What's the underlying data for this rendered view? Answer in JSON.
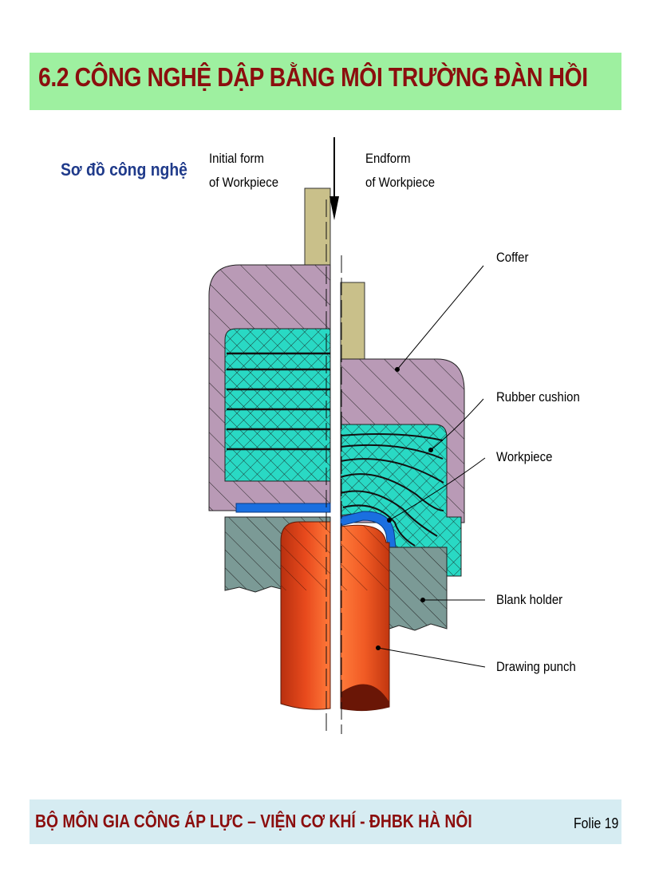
{
  "slide": {
    "title": "6.2 CÔNG NGHỆ DẬP BẰNG MÔI TRƯỜNG ĐÀN HỒI",
    "subtitle": "Sơ đồ công nghệ",
    "footer": "BỘ MÔN GIA CÔNG ÁP LỰC – VIỆN CƠ KHÍ - ĐHBK HÀ NÔI",
    "folio": "Folie 19",
    "colors": {
      "title_bar": "#9ef0a0",
      "title_text": "#8b0e0e",
      "subtitle_text": "#1f3a8a",
      "footer_bar": "#d6ecf2",
      "coffer": "#b99ab6",
      "rubber": "#29d9c4",
      "workpiece": "#1a6fe0",
      "blank_holder": "#7b9a96",
      "punch": "#e0441c"
    }
  },
  "diagram": {
    "initial_label": [
      "Initial form",
      "of Workpiece"
    ],
    "end_label": [
      "Endform",
      "of Workpiece"
    ],
    "parts": {
      "coffer": "Coffer",
      "rubber": "Rubber cushion",
      "workpiece": "Workpiece",
      "blank_holder": "Blank holder",
      "punch": "Drawing punch"
    }
  }
}
